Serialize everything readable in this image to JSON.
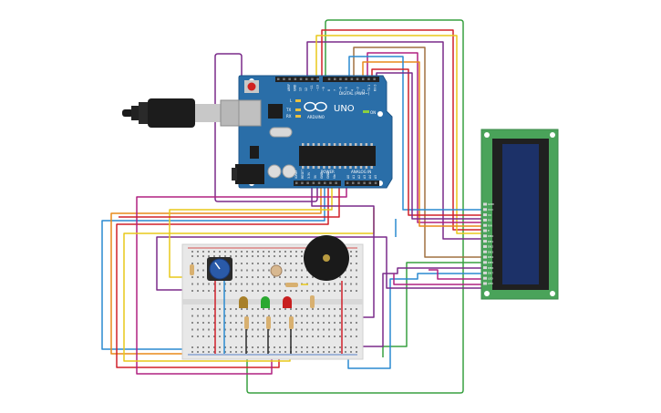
{
  "arduino": {
    "logo_text": "UNO",
    "digital_label": "DIGITAL (PWM~)",
    "power_label": "POWER",
    "analog_label": "ANALOG IN",
    "digital_pins": [
      "AREF",
      "GND",
      "13",
      "12",
      "~11",
      "~10",
      "~9",
      "8",
      "7",
      "~6",
      "~5",
      "4",
      "~3",
      "2",
      "TX 1",
      "RX 0"
    ],
    "power_pins": [
      "IOREF",
      "RESET",
      "3.3V",
      "5V",
      "GND",
      "GND",
      "Vin"
    ],
    "analog_pins": [
      "A0",
      "A1",
      "A2",
      "A3",
      "A4",
      "A5"
    ],
    "led_labels": [
      "L",
      "TX",
      "RX"
    ],
    "on_label": "ON"
  },
  "lcd": {
    "pin_labels": [
      "GND",
      "VCC",
      "V0",
      "RS",
      "RW",
      "E",
      "DB0",
      "DB1",
      "DB2",
      "DB3",
      "DB4",
      "DB5",
      "DB6",
      "DB7",
      "LED",
      "LED"
    ]
  },
  "colors": {
    "board": "#2a6ea8",
    "lcd_pcb": "#4aa35a",
    "lcd_screen": "#1c3168",
    "wire_purple": "#7a2a8a",
    "wire_orange": "#e88a1a",
    "wire_yellow": "#e8c81a",
    "wire_red": "#d0202a",
    "wire_green": "#38a040",
    "wire_blue": "#2a8ad0",
    "wire_magenta": "#b02080",
    "wire_brown": "#a07040"
  }
}
